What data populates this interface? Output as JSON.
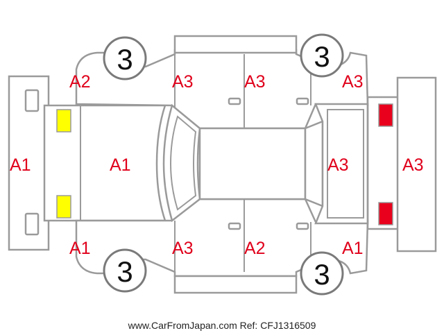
{
  "panel_codes": {
    "front_bumper": "A1",
    "hood": "A1",
    "front_left_fender": "A2",
    "front_left_door": "A3",
    "rear_left_door": "A3",
    "rear_left_quarter": "A3",
    "tailgate": "A3",
    "rear_bumper": "A3",
    "front_right_fender": "A1",
    "front_right_door": "A3",
    "rear_right_door": "A2",
    "rear_right_quarter": "A1"
  },
  "wheels": {
    "front_left": "3",
    "rear_left": "3",
    "front_right": "3",
    "rear_right": "3"
  },
  "colors": {
    "code_text": "#e0001b",
    "outline": "#9a9a9a",
    "front_lamps": "#ffff00",
    "rear_lamps": "#e8001c"
  },
  "watermark": "www.CarFromJapan.com Ref: CFJ1316509"
}
